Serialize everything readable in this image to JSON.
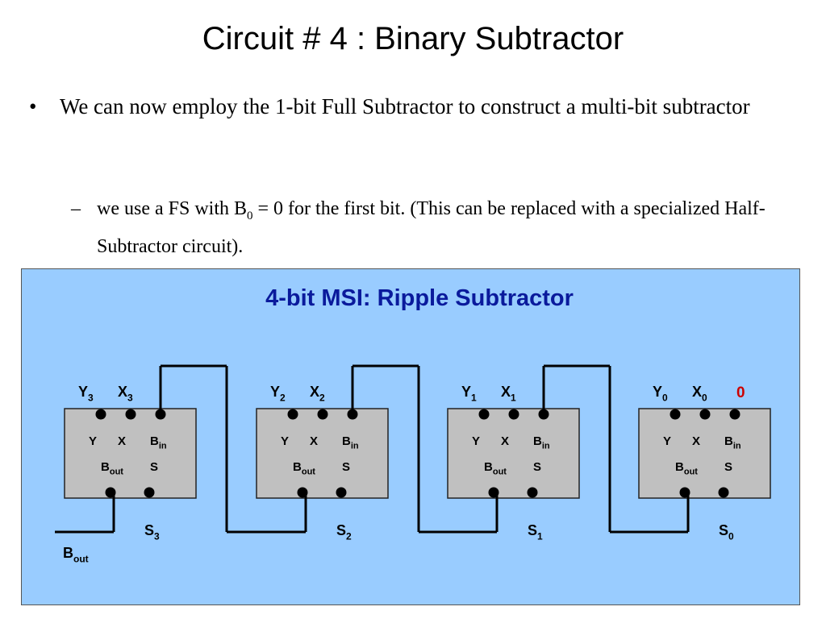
{
  "slide": {
    "title": "Circuit # 4 : Binary Subtractor",
    "bullet_symbol": "•",
    "bullet_text": "We can now employ the 1-bit Full Subtractor to construct a multi-bit subtractor",
    "sub_symbol": "–",
    "sub_text_a": "we use a FS with B",
    "sub_text_sub": "0",
    "sub_text_b": " = 0 for the first bit.  (This can be replaced with a specialized Half-Subtractor circuit)."
  },
  "diagram": {
    "title": "4-bit MSI: Ripple Subtractor",
    "first_bin_value": "0",
    "bout_label": "B",
    "bout_sub": "out",
    "stages": [
      {
        "y_in": "Y",
        "y_sub": "3",
        "x_in": "X",
        "x_sub": "3",
        "port_y": "Y",
        "port_x": "X",
        "port_bin": "B",
        "port_bin_sub": "in",
        "port_bout": "B",
        "port_bout_sub": "out",
        "port_s": "S",
        "out": "S",
        "out_sub": "3"
      },
      {
        "y_in": "Y",
        "y_sub": "2",
        "x_in": "X",
        "x_sub": "2",
        "port_y": "Y",
        "port_x": "X",
        "port_bin": "B",
        "port_bin_sub": "in",
        "port_bout": "B",
        "port_bout_sub": "out",
        "port_s": "S",
        "out": "S",
        "out_sub": "2"
      },
      {
        "y_in": "Y",
        "y_sub": "1",
        "x_in": "X",
        "x_sub": "1",
        "port_y": "Y",
        "port_x": "X",
        "port_bin": "B",
        "port_bin_sub": "in",
        "port_bout": "B",
        "port_bout_sub": "out",
        "port_s": "S",
        "out": "S",
        "out_sub": "1"
      },
      {
        "y_in": "Y",
        "y_sub": "0",
        "x_in": "X",
        "x_sub": "0",
        "port_y": "Y",
        "port_x": "X",
        "port_bin": "B",
        "port_bin_sub": "in",
        "port_bout": "B",
        "port_bout_sub": "out",
        "port_s": "S",
        "out": "S",
        "out_sub": "0"
      }
    ]
  },
  "colors": {
    "panel": "#99ccff",
    "block": "#c0c0c0",
    "diagram_title": "#0a1a9c",
    "zero_value": "#cc0000"
  }
}
